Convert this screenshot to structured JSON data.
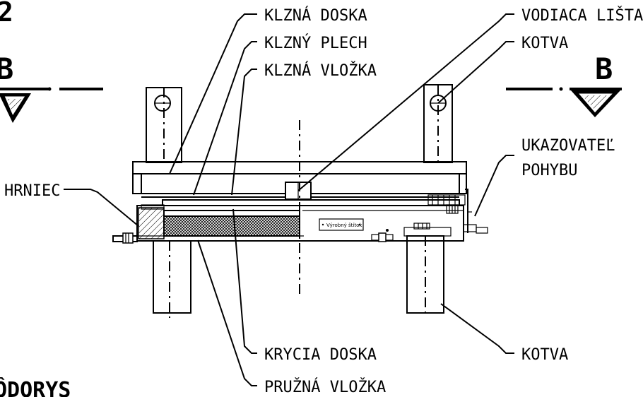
{
  "section_marks": {
    "left_letter": "B",
    "right_letter": "B",
    "partial_top_left": "2",
    "partial_bottom": "ÔDORYS"
  },
  "labels": {
    "klzna_doska": "KLZNÁ DOSKA",
    "klzny_plech": "KLZNÝ PLECH",
    "klzna_vlozka": "KLZNÁ VLOŽKA",
    "vodiaca_lista": "VODIACA LIŠTA",
    "kotva_top": "KOTVA",
    "ukazovatel_line1": "UKAZOVATEĽ",
    "ukazovatel_line2": "POHYBU",
    "hrniec": "HRNIEC",
    "krycia_doska": "KRYCIA DOSKA",
    "pruzna_vlozka": "PRUŽNÁ VLOŽKA",
    "kotva_bottom": "KOTVA"
  },
  "nameplate": "Výrobný štítok"
}
